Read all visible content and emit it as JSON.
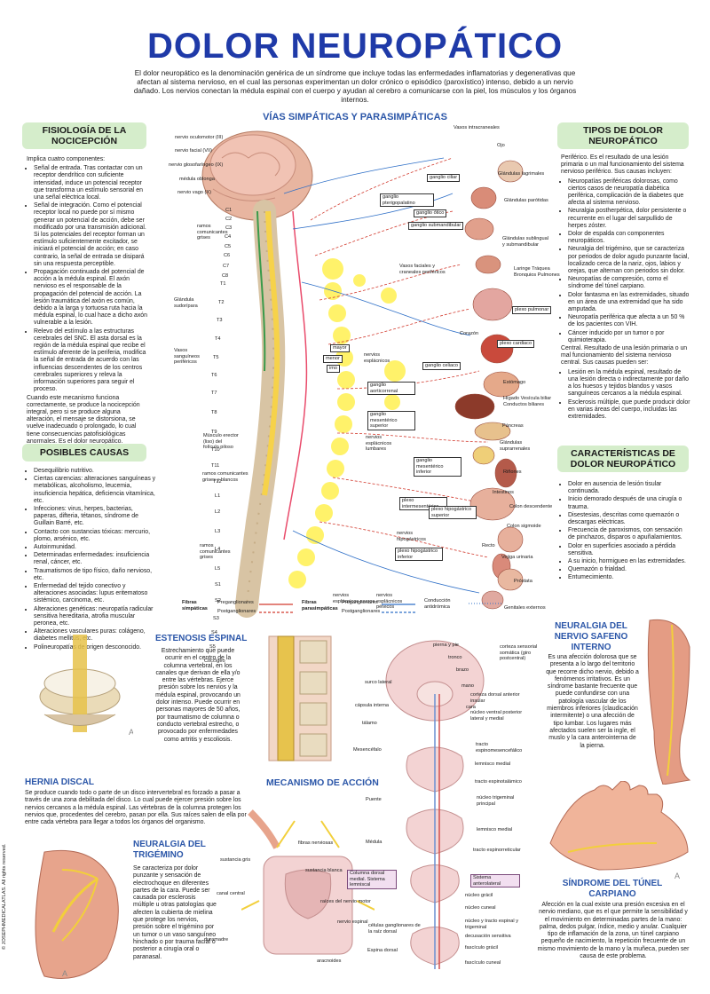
{
  "header": {
    "title": "DOLOR NEUROPÁTICO",
    "intro": "El dolor neuropático es la denominación genérica de un síndrome que incluye todas las enfermedades inflamatorias y degenerativas que afectan al sistema nervioso, en el cual las personas experimentan un dolor crónico o episódico (paroxístico) intenso, debido a un nervio dañado. Los nervios conectan la médula espinal con el cuerpo y ayudan al cerebro a comunicarse con la piel, los músculos y los órganos internos."
  },
  "vias": {
    "title": "VÍAS SIMPÁTICAS Y PARASIMPÁTICAS",
    "left_labels": [
      "nervio oculomotor (III)",
      "nervio facial (VII)",
      "nervio glosofaríngeo (IX)",
      "médula oblonga",
      "nervio vago (X)"
    ],
    "vertebrae": [
      "C1",
      "C2",
      "C3",
      "C4",
      "C5",
      "C6",
      "C7",
      "C8",
      "T1",
      "T2",
      "T3",
      "T4",
      "T5",
      "T6",
      "T7",
      "T8",
      "T9",
      "T10",
      "T11",
      "T12",
      "L1",
      "L2",
      "L3",
      "L4",
      "L5",
      "S1",
      "S2",
      "S3",
      "S4",
      "S5",
      "Coccígeo"
    ],
    "ramos_grises": "ramos comunicantes grises",
    "ramos_grises_blancos": "ramos comunicantes grises y blancos",
    "ramos_grises_2": "ramos comunicantes grises",
    "glandula": "Glándula sudorípara",
    "vasos": "Vasos sanguíneos periféricos",
    "musculo": "Músculo erector (liso) del folículo piloso",
    "right_labels": [
      "Vasos intracraneales",
      "Ojo",
      "ganglio ciliar",
      "Glándulas lagrimales",
      "ganglio pterigopalatino",
      "Glándulas parótidas",
      "ganglio ótico",
      "ganglio submandibular",
      "Glándulas sublingual y submandibular",
      "Vasos faciales y craneales periféricos",
      "Laringe Tráquea Bronquios Pulmones",
      "plexo pulmonar",
      "Corazón",
      "plexo cardiaco",
      "ganglio celiaco",
      "Estómago",
      "Hígado Vesícula biliar Conductos biliares",
      "Páncreas",
      "Glándulas suprarrenales",
      "Riñones",
      "Intestinos",
      "Colon descendente",
      "Colon sigmoide",
      "Recto",
      "Vejiga urinaria",
      "Próstata",
      "Genitales externos"
    ],
    "mid_labels": [
      "mayor",
      "menor",
      "imo",
      "nervios esplácnicos",
      "ganglio aorticorrenal",
      "ganglio mesentérico superior",
      "nervios esplácnicos lumbares",
      "ganglio mesentérico inferior",
      "plexo intermesentérico",
      "plexo hipogástrico superior",
      "nervios hipogástricos",
      "plexo hipogástrico inferior",
      "nervios esplácnicos sacros",
      "nervios esplácnicos pélvicos"
    ],
    "legend": {
      "simpaticas": "Fibras simpáticas",
      "para": "Fibras parasimpáticas",
      "pre": "Preganglionares",
      "post": "Postganglionares",
      "pre2": "Preganglionares",
      "post2": "Postganglionares",
      "conduccion": "Conducción antidrómica"
    }
  },
  "fisiologia": {
    "title": "FISIOLOGÍA DE LA NOCICEPCIÓN",
    "intro": "Implica cuatro componentes:",
    "items": [
      "Señal de entrada. Tras contactar con un receptor dendrítico con suficiente intensidad, induce un potencial receptor que transforma un estímulo sensorial en una señal eléctrica local.",
      "Señal de integración. Como el potencial receptor local no puede por sí mismo generar un potencial de acción, debe ser modificado por una transmisión adicional. Si los potenciales del receptor forman un estímulo suficientemente excitador, se iniciará el potencial de acción; en caso contrario, la señal de entrada se disipará sin una respuesta perceptible.",
      "Propagación continuada del potencial de acción a la médula espinal. El axón nervioso es el responsable de la propagación del potencial de acción. La lesión traumática del axón es común, debido a la larga y tortuosa ruta hacia la médula espinal, lo cual hace a dicho axón vulnerable a la lesión.",
      "Relevo del estímulo a las estructuras cerebrales del SNC. El asta dorsal es la región de la médula espinal que recibe el estímulo aferente de la periferia, modifica la señal de entrada de acuerdo con las influencias descendentes de los centros cerebrales superiores y releva la información superiores para seguir el proceso."
    ],
    "outro": "Cuando este mecanismo funciona correctamente, se produce la nocicepción integral, pero si se produce alguna alteración, el mensaje se distorsiona, se vuelve inadecuado o prolongado, lo cual tiene consecuencias patofisiológicas anormales. Es el dolor neuropático."
  },
  "causas": {
    "title": "POSIBLES CAUSAS",
    "items": [
      "Desequilibrio nutritivo.",
      "Ciertas carencias: alteraciones sanguíneas y metabólicas, alcoholismo, leucemia, insuficiencia hepática, deficiencia vitamínica, etc.",
      "Infecciones: virus, herpes, bacterias, paperas, difteria, tétanos, síndrome de Guillain Barré, etc.",
      "Contacto con sustancias tóxicas: mercurio, plomo, arsénico, etc.",
      "Autoinmunidad.",
      "Determinadas enfermedades: insuficiencia renal, cáncer, etc.",
      "Traumatismos de tipo físico, daño nervioso, etc.",
      "Enfermedad del tejido conectivo y alteraciones asociadas: lupus eritematoso sistémico, carcinoma, etc.",
      "Alteraciones genéticas: neuropatía radicular sensitiva hereditaria, atrofia muscular peronea, etc.",
      "Alteraciones vasculares puras: colágeno, diabetes mellitus, etc.",
      "Polineuropatías de origen desconocido."
    ]
  },
  "tipos": {
    "title": "TIPOS DE DOLOR NEUROPÁTICO",
    "periferico": "Periférico. Es el resultado de una lesión primaria o un mal funcionamiento del sistema nervioso periférico. Sus causas incluyen:",
    "periferico_items": [
      "Neuropatías periféricas dolorosas, como ciertos casos de neuropatía diabética periférica, complicación de la diabetes que afecta al sistema nervioso.",
      "Neuralgia postherpética, dolor persistente o recurrente en el lugar del sarpullido de herpes zóster.",
      "Dolor de espalda con componentes neuropáticos.",
      "Neuralgia del trigémino, que se caracteriza por periodos de dolor agudo punzante facial, localizado cerca de la nariz, ojos, labios y orejas, que alternan con periodos sin dolor.",
      "Neuropatías de compresión, como el síndrome del túnel carpiano.",
      "Dolor fantasma en las extremidades, situado en un área de una extremidad que ha sido amputada.",
      "Neuropatía periférica que afecta a un 50 % de los pacientes con VIH.",
      "Cáncer inducido por un tumor o por quimioterapia."
    ],
    "central": "Central. Resultado de una lesión primaria o un mal funcionamiento del sistema nervioso central. Sus causas pueden ser:",
    "central_items": [
      "Lesión en la médula espinal, resultado de una lesión directa o indirectamente por daño a los huesos y tejidos blandos y vasos sanguíneos cercanos a la médula espinal.",
      "Esclerosis múltiple, que puede producir dolor en varias áreas del cuerpo, incluidas las extremidades."
    ]
  },
  "caracteristicas": {
    "title": "CARACTERÍSTICAS DE DOLOR NEUROPÁTICO",
    "items": [
      "Dolor en ausencia de lesión tisular continuada.",
      "Inicio demorado después de una cirugía o trauma.",
      "Disestesias, descritas como quemazón o descargas eléctricas.",
      "Frecuencia de paroxismos, con sensación de pinchazos, disparos o apuñalamientos.",
      "Dolor en superficies asociado a pérdida sensitiva.",
      "A su inicio, hormigueo en las extremidades.",
      "Quemazón o frialdad.",
      "Entumecimiento."
    ]
  },
  "estenosis": {
    "title": "ESTENOSIS ESPINAL",
    "text": "Estrechamiento que puede ocurrir en el centro de la columna vertebral, en los canales que derivan de ella y/o entre las vértebras. Ejerce presión sobre los nervios y la médula espinal, provocando un dolor intenso. Puede ocurrir en personas mayores de 50 años, por traumatismo de columna o conducto vertebral estrecho, o provocado por enfermedades como artritis y escoliosis."
  },
  "hernia": {
    "title": "HERNIA DISCAL",
    "text": "Se produce cuando todo o parte de un disco intervertebral es forzado a pasar a través de una zona debilitada del disco. Lo cual puede ejercer presión sobre los nervios cercanos a la médula espinal. Las vértebras de la columna protegen los nervios que, procedentes del cerebro, pasan por ella. Sus raíces salen de ella por entre cada vértebra para llegar a todos los órganos del organismo."
  },
  "mecanismo": {
    "title": "MECANISMO DE ACCIÓN",
    "labels": [
      "corteza sensorial somática (giro postcentral)",
      "surco lateral",
      "cápsula interna",
      "tálamo",
      "corteza dorsal anterior insular",
      "núcleo ventral posterior lateral y medial",
      "Mesencéfalo",
      "tracto espinomesencefálico",
      "lemnisco medial",
      "tracto espinotalámico",
      "Puente",
      "núcleo trigeminal principal",
      "lemnisco medial",
      "Médula",
      "tracto espinorreticular",
      "Columna dorsal medial. Sistema lemniscal",
      "Sistema anterolateral",
      "núcleo grácil",
      "núcleo cuneal",
      "núcleo y tracto espinal y trigeminal",
      "decusación sensitiva",
      "Espina dorsal",
      "fascículo grácil",
      "fascículo cuneal",
      "células ganglionares de la raíz dorsal",
      "sustancia gris",
      "fibras nerviosas",
      "sustancia blanca",
      "canal central",
      "raíces del nervio motor",
      "nervio espinal",
      "duramadre",
      "aracnoides",
      "pierna y pie",
      "tronco",
      "brazo",
      "mano",
      "cara"
    ]
  },
  "trigemino": {
    "title": "NEURALGIA DEL TRIGÉMINO",
    "text": "Se caracteriza por dolor punzante y sensación de electrochoque en diferentes partes de la cara. Puede ser causada por esclerosis múltiple u otras patologías que afecten la cubierta de mielina que protege los nervios, presión sobre el trigémino por un tumor o un vaso sanguíneo hinchado o por trauma facial o posterior a cirugía oral o paranasal."
  },
  "safeno": {
    "title": "NEURALGIA DEL NERVIO SAFENO INTERNO",
    "text": "Es una afección dolorosa que se presenta a lo largo del territorio que recorre dicho nervio, debido a fenómenos irritativos. Es un síndrome bastante frecuente que puede confundirse con una patología vascular de los miembros inferiores (claudicación intermitente) o una afección de tipo lumbar. Los lugares más afectados suelen ser la ingle, el muslo y la cara anterointerna de la pierna."
  },
  "tunel": {
    "title": "SÍNDROME DEL TÚNEL CARPIANO",
    "text": "Afección en la cual existe una presión excesiva en el nervio mediano, que es el que permite la sensibilidad y el movimiento en determinadas partes de la mano: palma, dedos pulgar, índice, medio y anular. Cualquier tipo de inflamación de la zona, un túnel carpiano pequeño de nacimiento, la repetición frecuente de un mismo movimiento de la mano y la muñeca, pueden ser causa de este problema."
  },
  "footer": {
    "copyright": "© JOSEPHMEDICALATLAS. All rights reserved.",
    "a_mark": "A"
  },
  "colors": {
    "title_blue": "#1f3aa8",
    "heading_blue": "#2b56a8",
    "box_green": "#d5edcb",
    "symp_red": "#d23a2e",
    "para_blue": "#2e6fc7",
    "ganglion_yellow": "#fff15a"
  }
}
